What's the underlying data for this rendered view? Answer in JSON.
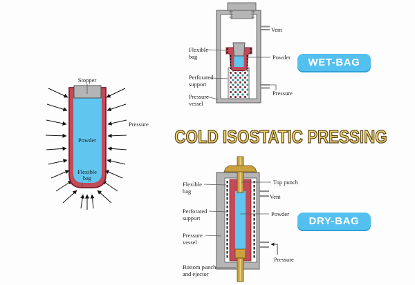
{
  "title": "COLD ISOSTATIC PRESSING",
  "colors": {
    "badge-blue": "#54c0f0",
    "badge-blue-dark": "#2f9fd6",
    "title-gold": "#f4d46d",
    "title-outline": "#57441b",
    "bag-red": "#c34a58",
    "bag-red-dark": "#7c1f2c",
    "powder-blue": "#61c6ef",
    "vessel-gray": "#b5b5b5",
    "vessel-gray-dark": "#5a5a5a",
    "stopper-gray": "#b5b5b7",
    "punch-gold": "#c9a23f",
    "punch-gold-dark": "#6b4f12",
    "punch-gold-light": "#e8cf8a",
    "dot-teal": "#2e8b8f",
    "dot-maroon": "#7e2f3e"
  },
  "left_diagram": {
    "stopper": "Stopper",
    "pressure": "Pressure",
    "powder": "Powder",
    "flexible_line1": "Flexible",
    "flexible_line2": "bag"
  },
  "wet_bag": {
    "badge": "WET-BAG",
    "flexible_line1": "Flexible",
    "flexible_line2": "bag",
    "perforated_line1": "Perforated",
    "perforated_line2": "support",
    "vessel_line1": "Pressure",
    "vessel_line2": "vessel",
    "vent": "Vent",
    "powder": "Powder",
    "pressure": "Pressure"
  },
  "dry_bag": {
    "badge": "DRY-BAG",
    "flexible_line1": "Flexible",
    "flexible_line2": "bag",
    "perforated_line1": "Perforated",
    "perforated_line2": "support",
    "vessel_line1": "Pressure",
    "vessel_line2": "vessel",
    "bottom_punch_line1": "Bottom punch",
    "bottom_punch_line2": "and ejector",
    "top_punch": "Top punch",
    "vent": "Vent",
    "powder": "Powder",
    "pressure": "Pressure"
  }
}
